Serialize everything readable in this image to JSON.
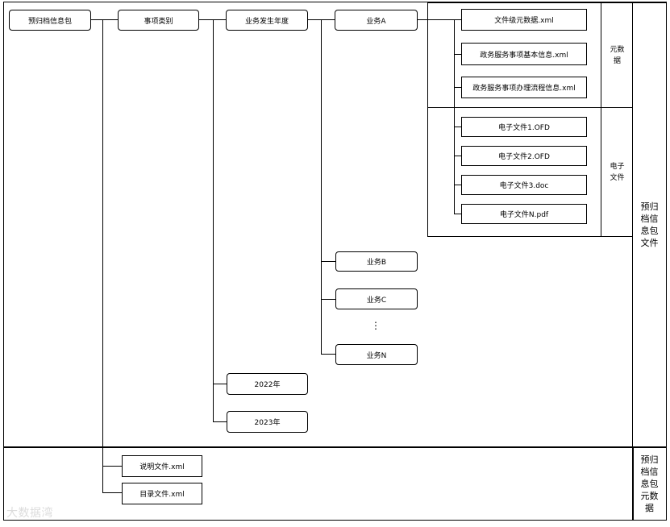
{
  "root": "预归档信息包",
  "level1": "事项类别",
  "level2": "业务发生年度",
  "businesses": [
    "业务A",
    "业务B",
    "业务C",
    "业务N"
  ],
  "ellipsis": "⋮",
  "years": [
    "2022年",
    "2023年"
  ],
  "metadata_files": [
    "文件级元数据.xml",
    "政务服务事项基本信息.xml",
    "政务服务事项办理流程信息.xml"
  ],
  "electronic_files": [
    "电子文件1.OFD",
    "电子文件2.OFD",
    "电子文件3.doc",
    "电子文件N.pdf"
  ],
  "root_files": [
    "说明文件.xml",
    "目录文件.xml"
  ],
  "group_labels": {
    "metadata": "元数\n据",
    "electronic": "电子\n文件",
    "package_files": "预归\n档信\n息包\n文件",
    "package_metadata": "预归\n档信\n息包\n元数\n据"
  },
  "watermark": "大数据湾"
}
